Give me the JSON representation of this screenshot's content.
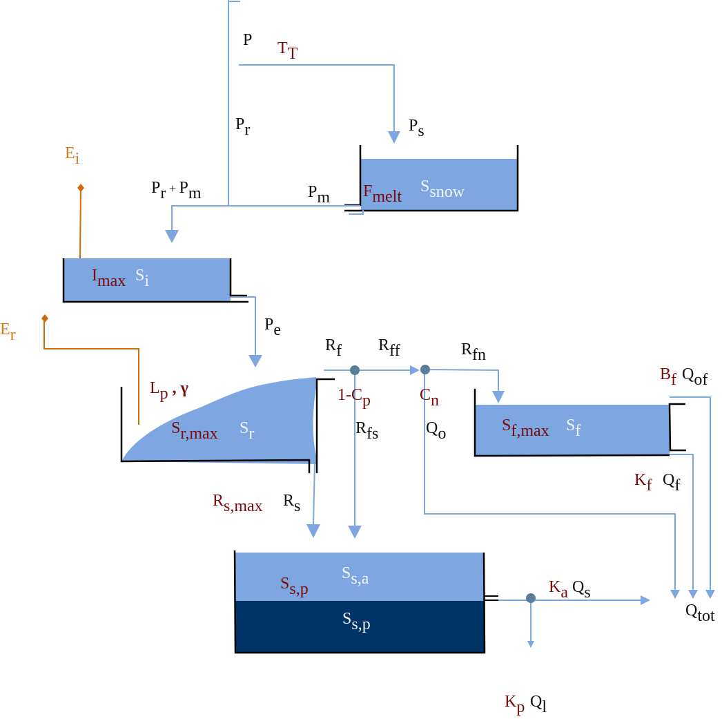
{
  "colors": {
    "flow_line": "#7ea6e0",
    "store_fill": "#7ea6e0",
    "deep_store_fill": "#003366",
    "store_wall": "#000000",
    "evap_line": "#cc6c0c",
    "node_dot": "#5a7d99",
    "param_text": "#7b0a0a",
    "flux_text": "#111111",
    "evap_text": "#d97a1c",
    "state_text": "#f3f6fb"
  },
  "stores": {
    "snow": {
      "param": {
        "base": "F",
        "sub": "melt"
      },
      "state": {
        "base": "S",
        "sub": "snow"
      }
    },
    "interception": {
      "param": {
        "base": "I",
        "sub": "max"
      },
      "state": {
        "base": "S",
        "sub": "i"
      }
    },
    "root_zone": {
      "param": {
        "base": "S",
        "sub": "r,max"
      },
      "state": {
        "base": "S",
        "sub": "r"
      },
      "extra_param": {
        "base": "L",
        "sub": "p",
        "suffix": " , γ"
      }
    },
    "fast": {
      "param": {
        "base": "S",
        "sub": "f,max"
      },
      "state": {
        "base": "S",
        "sub": "f"
      }
    },
    "slow": {
      "param": {
        "base": "S",
        "sub": "s,p"
      },
      "state_active": {
        "base": "S",
        "sub": "s,a"
      },
      "state_passive": {
        "base": "S",
        "sub": "s,p"
      }
    }
  },
  "fluxes": {
    "P": {
      "base": "P",
      "sub": ""
    },
    "TT": {
      "base": "T",
      "sub": "T"
    },
    "Pr": {
      "base": "P",
      "sub": "r"
    },
    "Ps": {
      "base": "P",
      "sub": "s"
    },
    "Pm": {
      "base": "P",
      "sub": "m"
    },
    "PrPm": {
      "base1": "P",
      "sub1": "r",
      "op": " + ",
      "base2": "P",
      "sub2": "m"
    },
    "Ei": {
      "base": "E",
      "sub": "i"
    },
    "Er": {
      "base": "E",
      "sub": "r"
    },
    "Pe": {
      "base": "P",
      "sub": "e"
    },
    "Rf": {
      "base": "R",
      "sub": "f"
    },
    "Rff": {
      "base": "R",
      "sub": "ff"
    },
    "Rfn": {
      "base": "R",
      "sub": "fn"
    },
    "Cp": {
      "base": "1-C",
      "sub": "p"
    },
    "Cn": {
      "base": "C",
      "sub": "n"
    },
    "Rfs": {
      "base": "R",
      "sub": "fs"
    },
    "Qo": {
      "base": "Q",
      "sub": "o"
    },
    "Bf": {
      "base": "B",
      "sub": "f"
    },
    "Qof": {
      "base": "Q",
      "sub": "of"
    },
    "Kf": {
      "base": "K",
      "sub": "f"
    },
    "Qf": {
      "base": "Q",
      "sub": "f"
    },
    "Rsmax": {
      "base": "R",
      "sub": "s,max"
    },
    "Rs": {
      "base": "R",
      "sub": "s"
    },
    "Ka": {
      "base": "K",
      "sub": "a"
    },
    "Qs": {
      "base": "Q",
      "sub": "s"
    },
    "Qtot": {
      "base": "Q",
      "sub": "tot"
    },
    "Kp": {
      "base": "K",
      "sub": "p"
    },
    "Ql": {
      "base": "Q",
      "sub": "l"
    }
  }
}
